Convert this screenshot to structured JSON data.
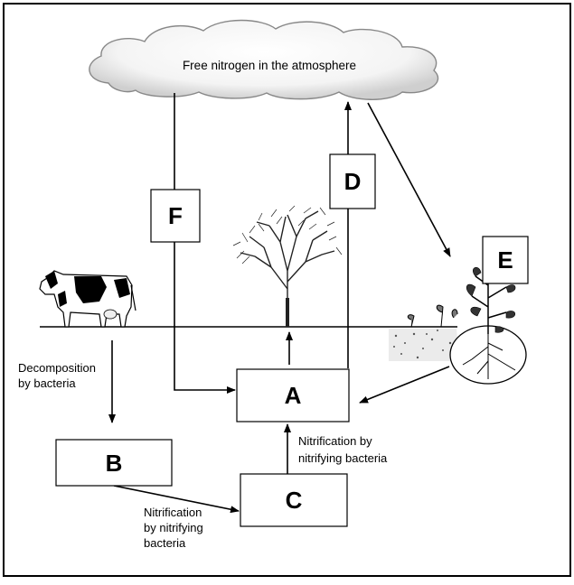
{
  "cloud": {
    "label": "Free nitrogen in the atmosphere"
  },
  "boxes": {
    "a": "A",
    "b": "B",
    "c": "C",
    "d": "D",
    "e": "E",
    "f": "F"
  },
  "labels": {
    "decomposition": [
      "Decomposition",
      "by bacteria"
    ],
    "nitrification_ca": [
      "Nitrification by",
      "nitrifying bacteria"
    ],
    "nitrification_bc": [
      "Nitrification",
      "by nitrifying",
      "bacteria"
    ]
  },
  "illustrations": [
    "cow-illustration",
    "tree-illustration",
    "plant-root-illustration"
  ]
}
